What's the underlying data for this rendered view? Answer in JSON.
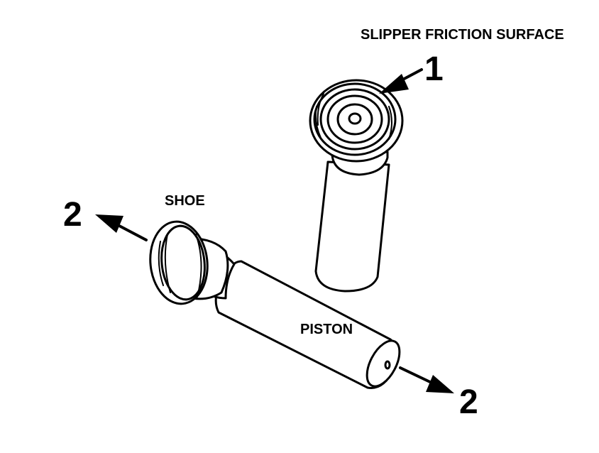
{
  "labels": {
    "slipper_friction_surface": "SLIPPER FRICTION SURFACE",
    "shoe": "SHOE",
    "piston": "PISTON"
  },
  "callouts": {
    "top": "1",
    "left": "2",
    "right": "2"
  },
  "colors": {
    "ink": "#000000",
    "background": "#ffffff"
  }
}
